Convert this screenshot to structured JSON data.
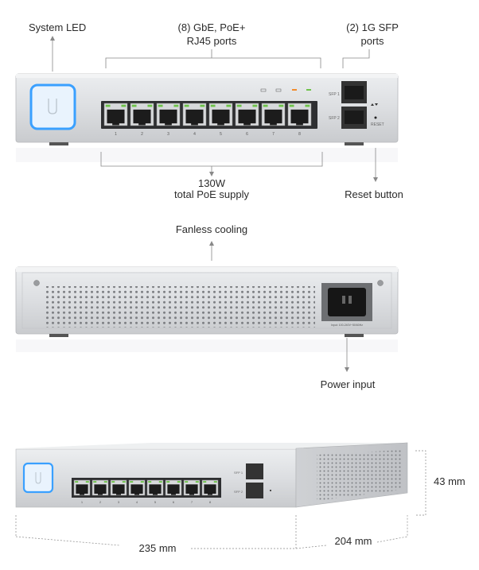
{
  "callouts": {
    "system_led": "System LED",
    "rj45_line1": "(8) GbE, PoE+",
    "rj45_line2": "RJ45 ports",
    "sfp_line1": "(2) 1G SFP",
    "sfp_line2": "ports",
    "poe_line1": "130W",
    "poe_line2": "total PoE supply",
    "reset": "Reset button",
    "fanless": "Fanless cooling",
    "power": "Power input"
  },
  "dimensions": {
    "height": "43 mm",
    "width": "235 mm",
    "depth": "204 mm"
  },
  "front_panel": {
    "port_numbers": [
      "1",
      "2",
      "3",
      "4",
      "5",
      "6",
      "7",
      "8"
    ],
    "sfp1": "SFP 1",
    "sfp2": "SFP 2",
    "reset_label": "RESET"
  },
  "rear_panel": {
    "power_rating": "Input: 100-240V~50/60Hz"
  },
  "colors": {
    "chassis": "#d9dadc",
    "led": "#3aa0ff",
    "port_led": "#6ec34a"
  }
}
